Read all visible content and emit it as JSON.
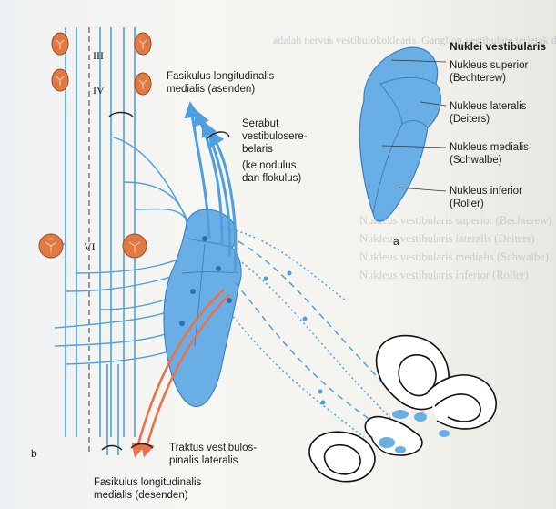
{
  "panel_a": {
    "title": "Nuklei vestibularis",
    "label": "a",
    "nuclei": [
      {
        "name": "Nukleus superior",
        "eponym": "(Bechterew)"
      },
      {
        "name": "Nukleus lateralis",
        "eponym": "(Deiters)"
      },
      {
        "name": "Nukleus medialis",
        "eponym": "(Schwalbe)"
      },
      {
        "name": "Nukleus inferior",
        "eponym": "(Roller)"
      }
    ]
  },
  "panel_b": {
    "label": "b",
    "cranial_nuclei": [
      "III",
      "IV",
      "VI"
    ],
    "mlf_ascending": [
      "Fasikulus longitudinalis",
      "medialis (asenden)"
    ],
    "vestibulocerebellar": [
      "Serabut",
      "vestibulosere-",
      "belaris",
      "(ke nodulus",
      "dan flokulus)"
    ],
    "vestibulospinal": [
      "Traktus vestibulos-",
      "pinalis lateralis"
    ],
    "mlf_descending": [
      "Fasikulus longitudinalis",
      "medialis (desenden)"
    ]
  },
  "colors": {
    "nucleus_fill": "#6aaee6",
    "nucleus_stroke": "#3c7fbf",
    "pathway_blue": "#4f9fe0",
    "pathway_red": "#e8734a",
    "motor_nucleus": "#e07a45"
  },
  "background_text": {
    "lines": [
      "adalah nervus vestibulokoklearis. Ganglion vestibulare terletak di kanal",
      "Nukleus vestibularis superior (Bechterew)",
      "Nukleus vestibularis lateralis (Deiters)",
      "Nukleus vestibularis medialis (Schwalbe)",
      "Nukleus vestibularis inferior (Roller)"
    ]
  }
}
